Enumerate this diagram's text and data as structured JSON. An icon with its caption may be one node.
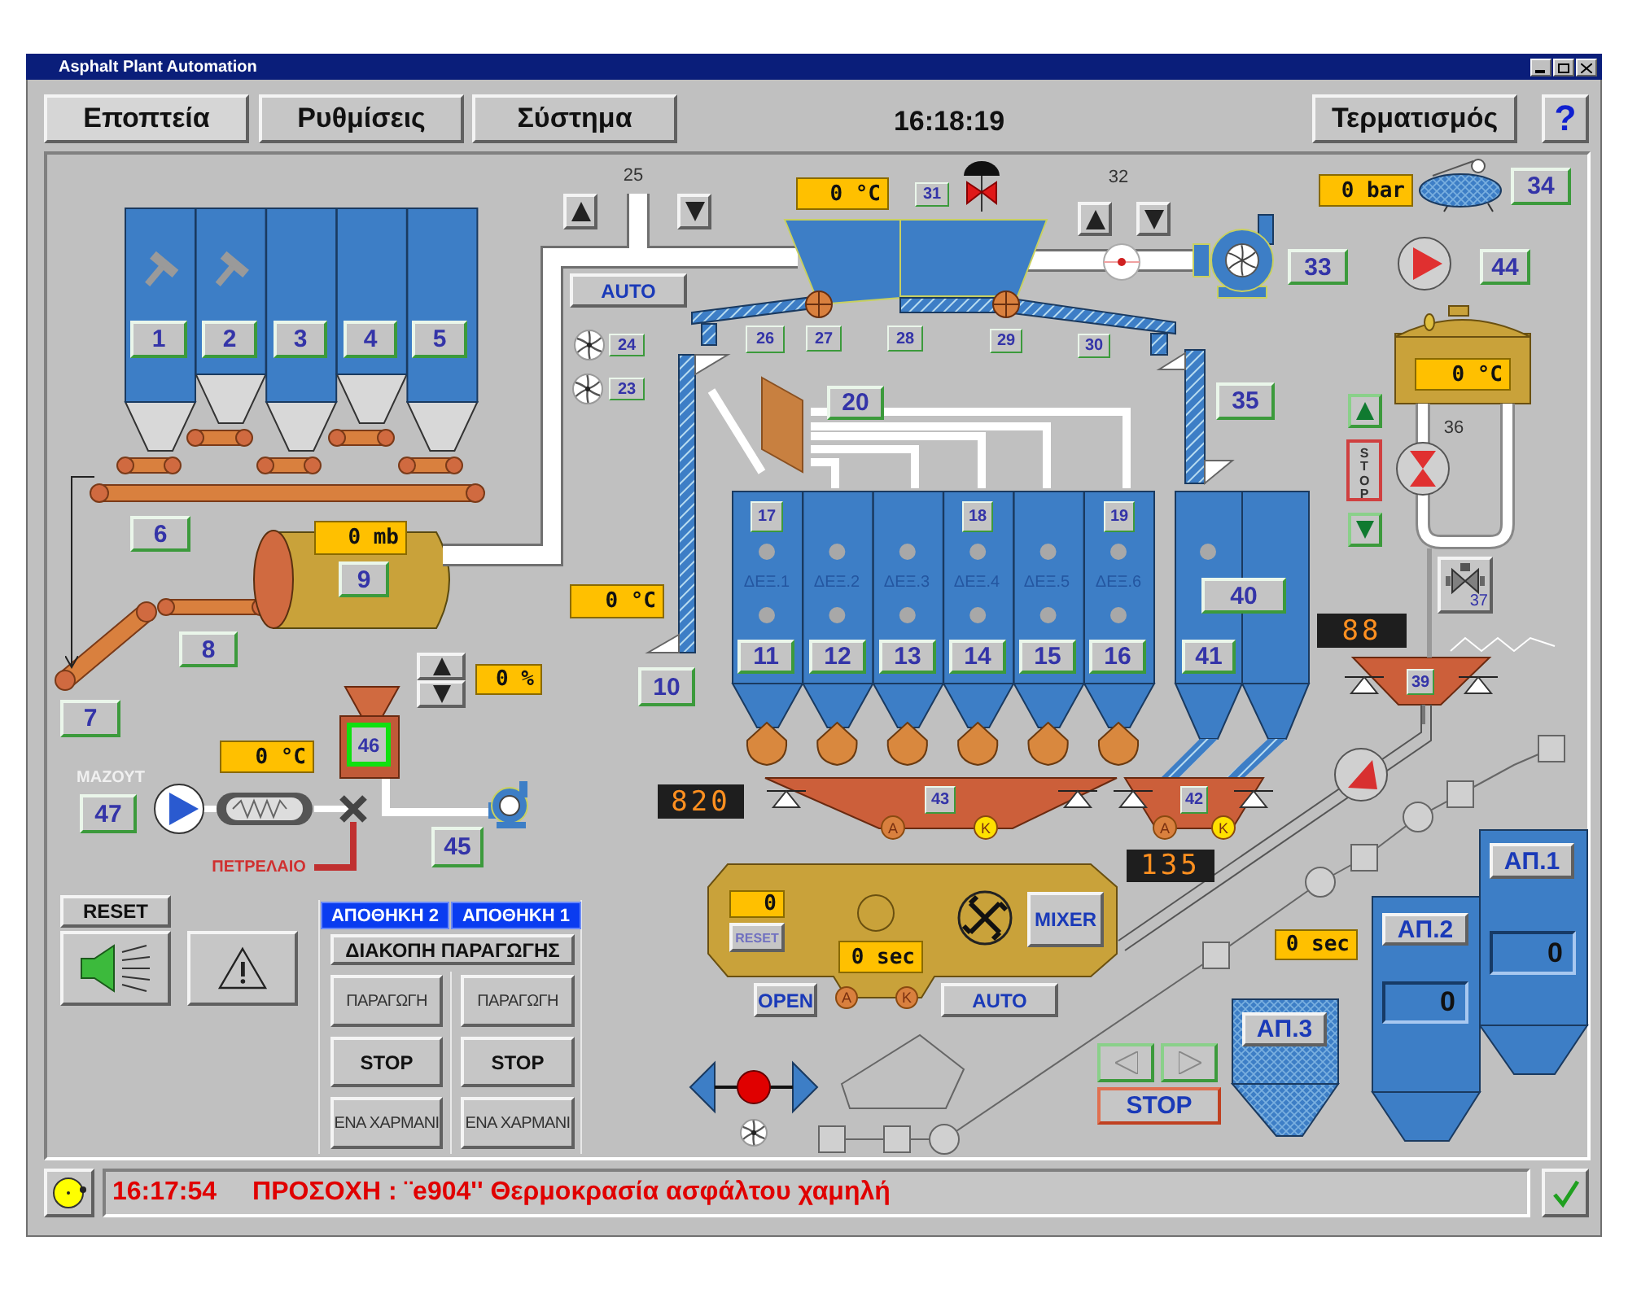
{
  "diagram": {
    "title": "Asphalt Plant Automation",
    "nodes": [
      {
        "text": [
          "Εποπτεία"
        ]
      },
      {
        "text": [
          "Ρυθμίσεις"
        ]
      },
      {
        "text": [
          "Σύστημα"
        ]
      },
      {
        "text": [
          "Τερματισμός"
        ]
      },
      {
        "text": [
          "?"
        ]
      },
      {
        "text": [
          "0 °C"
        ]
      },
      {
        "text": [
          "31"
        ]
      },
      {
        "text": [
          "0 bar"
        ]
      },
      {
        "text": [
          "34"
        ]
      },
      {
        "text": [
          "AUTO"
        ]
      },
      {
        "text": [
          "33"
        ]
      },
      {
        "text": [
          "44"
        ]
      },
      {
        "text": [
          "1"
        ]
      },
      {
        "text": [
          "2"
        ]
      },
      {
        "text": [
          "3"
        ]
      },
      {
        "text": [
          "4"
        ]
      },
      {
        "text": [
          "5"
        ]
      },
      {
        "text": [
          "24"
        ]
      },
      {
        "text": [
          "26"
        ]
      },
      {
        "text": [
          "27"
        ]
      },
      {
        "text": [
          "28"
        ]
      },
      {
        "text": [
          "29"
        ]
      },
      {
        "text": [
          "30"
        ]
      },
      {
        "text": [
          "0 °C"
        ]
      },
      {
        "text": [
          "23"
        ]
      },
      {
        "text": [
          "20"
        ]
      },
      {
        "text": [
          "35"
        ]
      },
      {
        "text": [
          "STOP"
        ]
      },
      {
        "text": [
          "6"
        ]
      },
      {
        "text": [
          "0 mb"
        ]
      },
      {
        "text": [
          "17"
        ]
      },
      {
        "text": [
          "18"
        ]
      },
      {
        "text": [
          "19"
        ]
      },
      {
        "text": [
          "9"
        ]
      },
      {
        "text": [
          "37"
        ]
      },
      {
        "text": [
          "40"
        ]
      },
      {
        "text": [
          "0 °C"
        ]
      },
      {
        "text": [
          "88"
        ]
      },
      {
        "text": [
          "8"
        ]
      },
      {
        "text": [
          "11"
        ]
      },
      {
        "text": [
          "12"
        ]
      },
      {
        "text": [
          "13"
        ]
      },
      {
        "text": [
          "14"
        ]
      },
      {
        "text": [
          "15"
        ]
      },
      {
        "text": [
          "16"
        ]
      },
      {
        "text": [
          "41"
        ]
      },
      {
        "text": [
          "10"
        ]
      },
      {
        "text": [
          "39"
        ]
      },
      {
        "text": [
          "0 %"
        ]
      },
      {
        "text": [
          "7"
        ]
      },
      {
        "text": [
          "46"
        ]
      },
      {
        "text": [
          "0 °C"
        ]
      },
      {
        "text": [
          "820"
        ]
      },
      {
        "text": [
          "43"
        ]
      },
      {
        "text": [
          "42"
        ]
      },
      {
        "text": [
          "47"
        ]
      },
      {
        "text": [
          "A"
        ]
      },
      {
        "text": [
          "K"
        ]
      },
      {
        "text": [
          "A"
        ]
      },
      {
        "text": [
          "K"
        ]
      },
      {
        "text": [
          "45"
        ]
      },
      {
        "text": [
          "135"
        ]
      },
      {
        "text": [
          "ΑΠ.1"
        ]
      },
      {
        "text": [
          "0"
        ]
      },
      {
        "text": [
          "MIXER"
        ]
      },
      {
        "text": [
          "ΑΠ.2"
        ]
      },
      {
        "text": [
          "RESET"
        ]
      },
      {
        "text": [
          "ΑΠΟΘΗΚΗ 2"
        ]
      },
      {
        "text": [
          "ΑΠΟΘΗΚΗ 1"
        ]
      },
      {
        "text": [
          "0"
        ]
      },
      {
        "text": [
          "RESET"
        ]
      },
      {
        "text": [
          "0 sec"
        ]
      },
      {
        "text": [
          "0 sec"
        ]
      },
      {
        "text": [
          "ΔΙΑΚΟΠΗ ΠΑΡΑΓΩΓΗΣ"
        ]
      },
      {
        "text": [
          "ΠΑΡΑΓΩΓΗ"
        ]
      },
      {
        "text": [
          "ΠΑΡΑΓΩΓΗ"
        ]
      },
      {
        "text": [
          "0"
        ]
      },
      {
        "text": [
          "OPEN"
        ]
      },
      {
        "text": [
          "A"
        ]
      },
      {
        "text": [
          "K"
        ]
      },
      {
        "text": [
          "AUTO"
        ]
      },
      {
        "text": [
          "ΑΠ.3"
        ]
      },
      {
        "text": [
          "STOP"
        ]
      },
      {
        "text": [
          "STOP"
        ]
      },
      {
        "text": [
          "STOP"
        ]
      },
      {
        "text": [
          "ΕΝΑ ΧΑΡΜΑΝΙ"
        ]
      },
      {
        "text": [
          "ΕΝΑ ΧΑΡΜΑΝΙ"
        ]
      },
      {
        "text": [
          "16:17:54",
          "ΠΡΟΣΟΧΗ : ¨e904'' Θερμοκρασία ασφάλτου χαμηλή"
        ]
      },
      {
        "text": [],
        "shape": "box"
      },
      {
        "text": [],
        "shape": "box"
      },
      {
        "text": [],
        "shape": "box"
      },
      {
        "text": [],
        "shape": "box"
      }
    ],
    "labels": [
      "16:18:19",
      "25",
      "32",
      "36",
      "ΔΕΞ.1",
      "ΔΕΞ.2",
      "ΔΕΞ.3",
      "ΔΕΞ.4",
      "ΔΕΞ.5",
      "ΔΕΞ.6",
      "ΜΑΖΟΥΤ",
      "ΠΕΤΡΕΛΑΙΟ"
    ]
  }
}
